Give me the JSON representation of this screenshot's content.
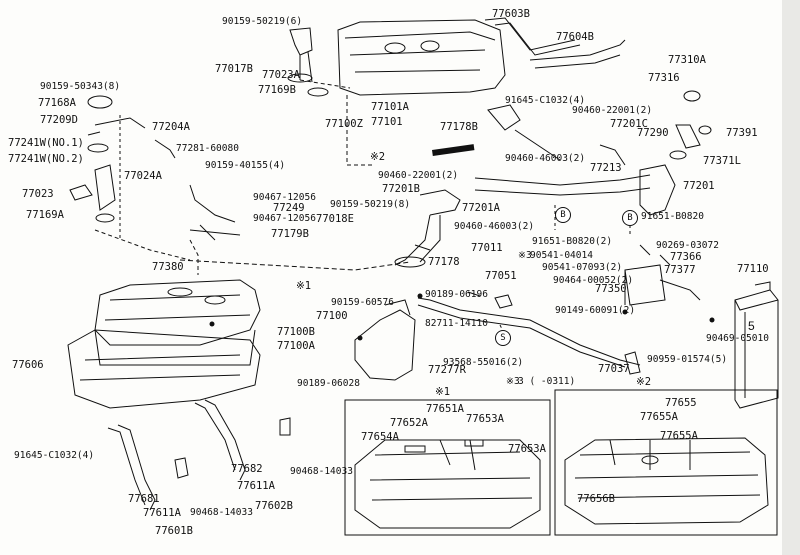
{
  "labels": {
    "p90159_50219_top": "90159-50219(6)",
    "p77603B": "77603B",
    "p77604B": "77604B",
    "p77310A": "77310A",
    "p77316": "77316",
    "p77017B": "77017B",
    "p77023A": "77023A",
    "p77169B": "77169B",
    "p90159_50343": "90159-50343(8)",
    "p77168A": "77168A",
    "p77209D": "77209D",
    "p77204A": "77204A",
    "p91645_C1032_top": "91645-C1032(4)",
    "p77101A": "77101A",
    "p77101": "77101",
    "p77100Z": "77100Z",
    "p77178B": "77178B",
    "p90460_22001_a": "90460-22001(2)",
    "p77201C": "77201C",
    "p77290": "77290",
    "p77391": "77391",
    "p77241W1": "77241W(NO.1)",
    "p77281_60080": "77281-60080",
    "p77241W2": "77241W(NO.2)",
    "p90159_40155": "90159-40155(4)",
    "p90460_46003_a": "90460-46003(2)",
    "p77213": "77213",
    "p77371L": "77371L",
    "p77024A": "77024A",
    "p90460_22001_b": "90460-22001(2)",
    "p77201B": "77201B",
    "p77201": "77201",
    "p77023": "77023",
    "p90467_12056_a": "90467-12056",
    "p77249": "77249",
    "p90159_50219_mid": "90159-50219(8)",
    "p77201A": "77201A",
    "p91651_B0820_a": "91651-B0820",
    "p77169A": "77169A",
    "p90467_12056_b": "90467-12056",
    "p77018E": "77018E",
    "p90460_46003_b": "90460-46003(2)",
    "p77179B": "77179B",
    "p91651_B0820_b": "91651-B0820(2)",
    "p90269_03072": "90269-03072",
    "p77011": "77011",
    "p90541_04014": "90541-04014",
    "p77366": "77366",
    "p77380": "77380",
    "p77178": "77178",
    "p90541_07093": "90541-07093(2)",
    "p77377": "77377",
    "p77110": "77110",
    "p77051": "77051",
    "p90464_00052": "90464-00052(2)",
    "p77350": "77350",
    "p90189_06196": "90189-06196",
    "p90159_60576": "90159-60576",
    "p90149_60091": "90149-60091(2)",
    "p77100": "77100",
    "p90469_05010": "90469-05010",
    "p77100B": "77100B",
    "p82711_14110": "82711-14110",
    "p77100A": "77100A",
    "p93568_55016": "93568-55016(2)",
    "p90959_01574": "90959-01574(5)",
    "p77606": "77606",
    "p77277R": "77277R",
    "p77037": "77037",
    "p90189_06028": "90189-06028",
    "note3": "3 (   -0311)",
    "p77651A": "77651A",
    "p77655": "77655",
    "p77652A": "77652A",
    "p77653A_a": "77653A",
    "p77655A_a": "77655A",
    "p77655A_b": "77655A",
    "p77654A": "77654A",
    "p77653A_b": "77653A",
    "p91645_C1032_bot": "91645-C1032(4)",
    "p77682": "77682",
    "p90468_14033_a": "90468-14033",
    "p77611A_a": "77611A",
    "p77681": "77681",
    "p77656B": "77656B",
    "p77611A_b": "77611A",
    "p90468_14033_b": "90468-14033",
    "p77602B": "77602B",
    "p77601B": "77601B"
  },
  "markers": {
    "note1": "※1",
    "note2": "※2",
    "note3_mark": "※3",
    "legend1": "※1",
    "legend2": "※2",
    "ref_2": "※2",
    "ref_1": "※1",
    "ref_3": "※3",
    "circle_B_1": "B",
    "circle_B_2": "B",
    "circle_S": "S"
  }
}
